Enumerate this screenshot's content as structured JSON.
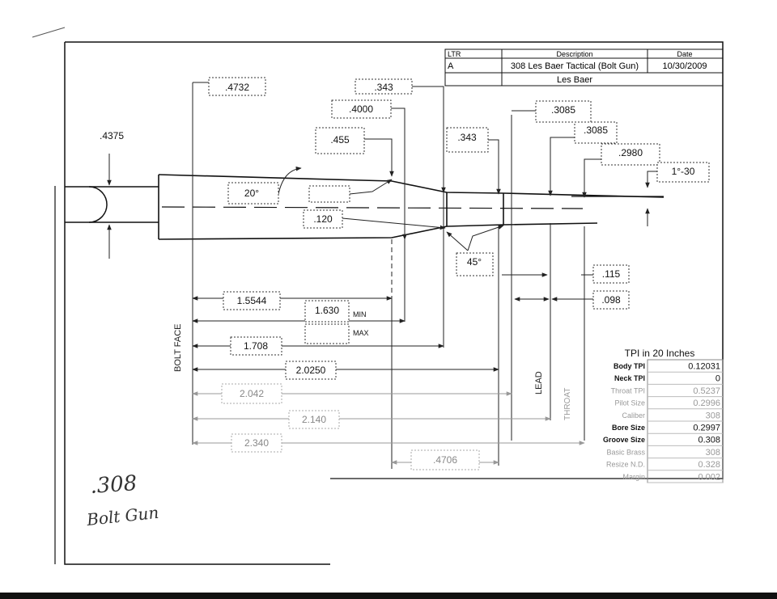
{
  "title_block": {
    "ltr_header": "LTR",
    "description_header": "Description",
    "date_header": "Date",
    "ltr_value": "A",
    "description_value": "308 Les Baer Tactical (Bolt Gun)",
    "date_value": "10/30/2009",
    "maker": "Les Baer"
  },
  "dimensions": {
    "d_4732": ".4732",
    "d_343_top": ".343",
    "d_4000": ".4000",
    "d_455": ".455",
    "d_343_mid": ".343",
    "d_3085_a": ".3085",
    "d_3085_b": ".3085",
    "d_2980": ".2980",
    "d_1_30": "1°-30",
    "d_4375": ".4375",
    "d_20deg": "20°",
    "d_120": ".120",
    "d_45deg": "45°",
    "d_115": ".115",
    "d_098": ".098",
    "d_15544": "1.5544",
    "d_1630": "1.630",
    "min_label": "MIN",
    "max_label": "MAX",
    "d_1708": "1.708",
    "d_20250": "2.0250",
    "d_2042": "2.042",
    "d_2140": "2.140",
    "d_2340": "2.340",
    "d_4706": ".4706"
  },
  "vertical_labels": {
    "bolt_face": "BOLT FACE",
    "lead": "LEAD",
    "throat": "THROAT"
  },
  "tpi_table": {
    "title": "TPI in 20 Inches",
    "rows": [
      {
        "label": "Body TPI",
        "value": "0.12031"
      },
      {
        "label": "Neck TPI",
        "value": "0"
      },
      {
        "label": "Throat TPI",
        "value": "0.5237"
      },
      {
        "label": "Pilot Size",
        "value": "0.2996"
      },
      {
        "label": "Caliber",
        "value": "308"
      },
      {
        "label": "Bore Size",
        "value": "0.2997"
      },
      {
        "label": "Groove Size",
        "value": "0.308"
      },
      {
        "label": "Basic Brass",
        "value": "308"
      },
      {
        "label": "Resize N.D.",
        "value": "0.328"
      },
      {
        "label": "Margin",
        "value": "0.002"
      }
    ]
  },
  "handwriting": {
    "line1": ".308",
    "line2": "Bolt Gun"
  }
}
